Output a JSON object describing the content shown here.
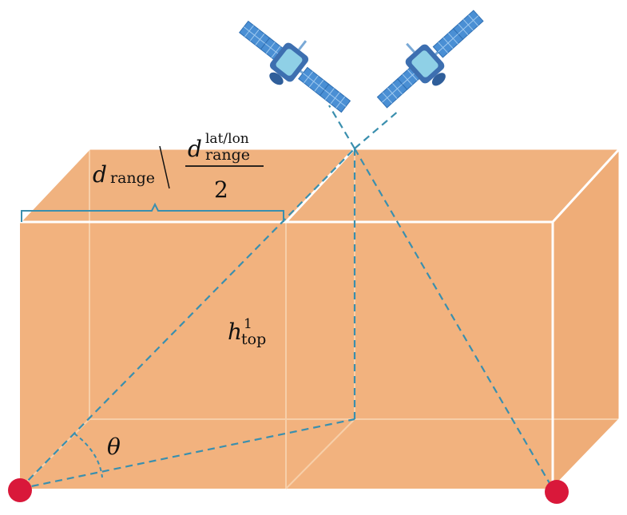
{
  "labels": {
    "d_symbol": "d",
    "d_sub": "range",
    "frac_d": "d",
    "frac_sup": "lat/lon",
    "frac_sub": "range",
    "frac_den": "2",
    "h_symbol": "h",
    "h_sup": "1",
    "h_sub": "top",
    "theta": "θ"
  },
  "colors": {
    "box_face": "#f2b27e",
    "box_side": "#efad78",
    "box_top": "#f0b27f",
    "box_edges": "#ffffff",
    "dashed_lines": "#3a8fae",
    "bracket": "#3a8fae",
    "ground_points": "#d9183a",
    "satellite_panels": "#4a8fd4",
    "satellite_body": "#3d6fb0"
  },
  "icons": [
    "satellite-icon",
    "satellite-icon"
  ]
}
